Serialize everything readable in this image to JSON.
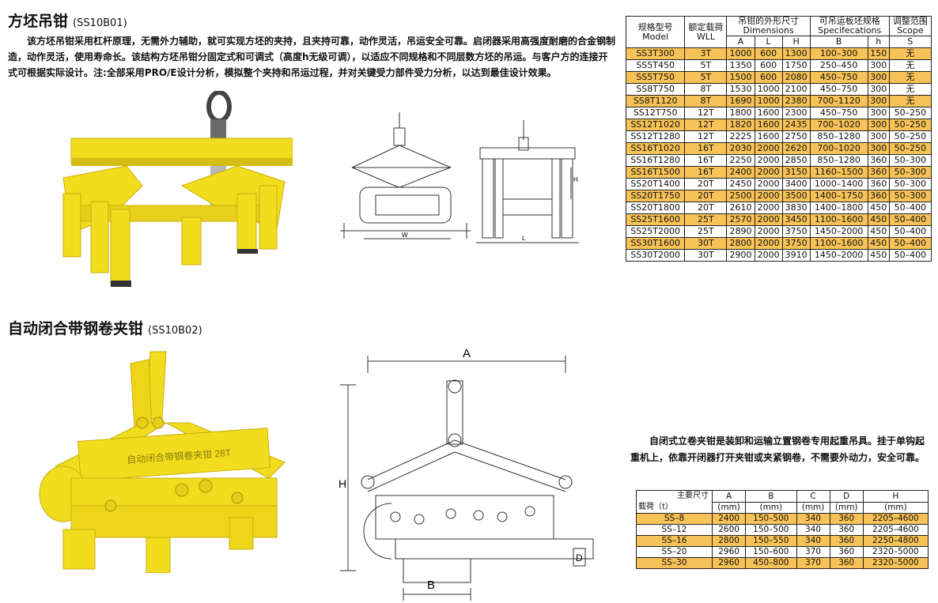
{
  "section1": {
    "title": "方坯吊钳",
    "code": "(SS10B01)",
    "description": "该方坯吊钳采用杠杆原理，无需外力辅助，就可实现方坯的夹持，且夹持可靠，动作灵活，吊运安全可靠。启闭器采用高强度耐磨的合金钢制造，动作灵活，使用寿命长。该结构方坯吊钳分固定式和可调式（高度h无级可调），以适应不同规格和不同层数方坯的吊运。与客户方的连接开式可根据实际设计。注:全部采用PRO/E设计分析，模拟整个夹持和吊运过程，并对关键受力部件受力分析，以达到最佳设计效果。"
  },
  "table1": {
    "headers": {
      "model_cn": "规格型号",
      "model_en": "Model",
      "wll_cn": "额定载荷",
      "wll_en": "WLL",
      "dim_cn": "吊钳的外形尺寸",
      "dim_en": "Dimensions",
      "spec_cn": "可吊运板坯规格",
      "spec_en": "Specifecations",
      "scope_cn": "调整范围",
      "scope_en": "Scope",
      "A": "A",
      "L": "L",
      "H": "H",
      "B": "B",
      "h": "h",
      "S": "S"
    },
    "rows": [
      {
        "model": "SS3T300",
        "wll": "3T",
        "A": "1000",
        "L": "600",
        "H": "1300",
        "B": "100–300",
        "h": "150",
        "S": "无",
        "hl": true
      },
      {
        "model": "SS5T450",
        "wll": "5T",
        "A": "1350",
        "L": "600",
        "H": "1750",
        "B": "250–450",
        "h": "300",
        "S": "无",
        "hl": false
      },
      {
        "model": "SS5T750",
        "wll": "5T",
        "A": "1500",
        "L": "600",
        "H": "2080",
        "B": "450–750",
        "h": "300",
        "S": "无",
        "hl": true
      },
      {
        "model": "SS8T750",
        "wll": "8T",
        "A": "1530",
        "L": "1000",
        "H": "2100",
        "B": "450–750",
        "h": "300",
        "S": "无",
        "hl": false
      },
      {
        "model": "SS8T1120",
        "wll": "8T",
        "A": "1690",
        "L": "1000",
        "H": "2380",
        "B": "700–1120",
        "h": "300",
        "S": "无",
        "hl": true
      },
      {
        "model": "SS12T750",
        "wll": "12T",
        "A": "1800",
        "L": "1600",
        "H": "2300",
        "B": "450–750",
        "h": "300",
        "S": "50–250",
        "hl": false
      },
      {
        "model": "SS12T1020",
        "wll": "12T",
        "A": "1820",
        "L": "1600",
        "H": "2435",
        "B": "700–1020",
        "h": "300",
        "S": "50–250",
        "hl": true
      },
      {
        "model": "SS12T1280",
        "wll": "12T",
        "A": "2225",
        "L": "1600",
        "H": "2750",
        "B": "850–1280",
        "h": "300",
        "S": "50–250",
        "hl": false
      },
      {
        "model": "SS16T1020",
        "wll": "16T",
        "A": "2030",
        "L": "2000",
        "H": "2620",
        "B": "700–1020",
        "h": "300",
        "S": "50–250",
        "hl": true
      },
      {
        "model": "SS16T1280",
        "wll": "16T",
        "A": "2250",
        "L": "2000",
        "H": "2850",
        "B": "850–1280",
        "h": "360",
        "S": "50–300",
        "hl": false
      },
      {
        "model": "SS16T1500",
        "wll": "16T",
        "A": "2400",
        "L": "2000",
        "H": "3150",
        "B": "1160–1500",
        "h": "360",
        "S": "50–300",
        "hl": true
      },
      {
        "model": "SS20T1400",
        "wll": "20T",
        "A": "2450",
        "L": "2000",
        "H": "3400",
        "B": "1000–1400",
        "h": "360",
        "S": "50–300",
        "hl": false
      },
      {
        "model": "SS20T1750",
        "wll": "20T",
        "A": "2500",
        "L": "2000",
        "H": "3500",
        "B": "1400–1750",
        "h": "360",
        "S": "50–300",
        "hl": true
      },
      {
        "model": "SS20T1800",
        "wll": "20T",
        "A": "2610",
        "L": "2000",
        "H": "3830",
        "B": "1400–1800",
        "h": "450",
        "S": "50–400",
        "hl": false
      },
      {
        "model": "SS25T1600",
        "wll": "25T",
        "A": "2570",
        "L": "2000",
        "H": "3450",
        "B": "1100–1600",
        "h": "450",
        "S": "50–400",
        "hl": true
      },
      {
        "model": "SS25T2000",
        "wll": "25T",
        "A": "2890",
        "L": "2000",
        "H": "3750",
        "B": "1450–2000",
        "h": "450",
        "S": "50–400",
        "hl": false
      },
      {
        "model": "SS30T1600",
        "wll": "30T",
        "A": "2800",
        "L": "2000",
        "H": "3750",
        "B": "1100–1600",
        "h": "450",
        "S": "50–400",
        "hl": true
      },
      {
        "model": "SS30T2000",
        "wll": "30T",
        "A": "2900",
        "L": "2000",
        "H": "3910",
        "B": "1450–2000",
        "h": "450",
        "S": "50–400",
        "hl": false
      }
    ]
  },
  "section2": {
    "title": "自动闭合带钢卷夹钳",
    "code": "(SS10B02)",
    "product_label": "自动闭合带钢卷夹钳 28T",
    "description": "自闭式立卷夹钳是装卸和运输立置钢卷专用起重吊具。挂于单钩起重机上，依靠开闭器打开夹钳或夹紧钢卷，不需要外动力，安全可靠。"
  },
  "drawing1_labels": {
    "W": "W",
    "L": "L",
    "H": "H"
  },
  "drawing2_labels": {
    "A": "A",
    "B": "B",
    "H": "H",
    "D": "D"
  },
  "table2": {
    "headers": {
      "corner_top": "主要尺寸",
      "corner_bottom": "载荷（t）",
      "A": "A",
      "B": "B",
      "C": "C",
      "D": "D",
      "H": "H",
      "unit": "(mm)"
    },
    "rows": [
      {
        "model": "SS–8",
        "A": "2400",
        "B": "150–500",
        "C": "340",
        "D": "360",
        "H": "2205–4600",
        "hl": true
      },
      {
        "model": "SS–12",
        "A": "2600",
        "B": "150–500",
        "C": "340",
        "D": "360",
        "H": "2205–4600",
        "hl": false
      },
      {
        "model": "SS–16",
        "A": "2800",
        "B": "150–550",
        "C": "340",
        "D": "360",
        "H": "2250–4800",
        "hl": true
      },
      {
        "model": "SS–20",
        "A": "2960",
        "B": "150–600",
        "C": "370",
        "D": "360",
        "H": "2320–5000",
        "hl": false
      },
      {
        "model": "SS–30",
        "A": "2960",
        "B": "450–800",
        "C": "370",
        "D": "360",
        "H": "2320–5000",
        "hl": true
      }
    ]
  },
  "colors": {
    "yellow": "#f2dc1e",
    "yellow_dark": "#c9b00c",
    "highlight": "#f7c257"
  }
}
